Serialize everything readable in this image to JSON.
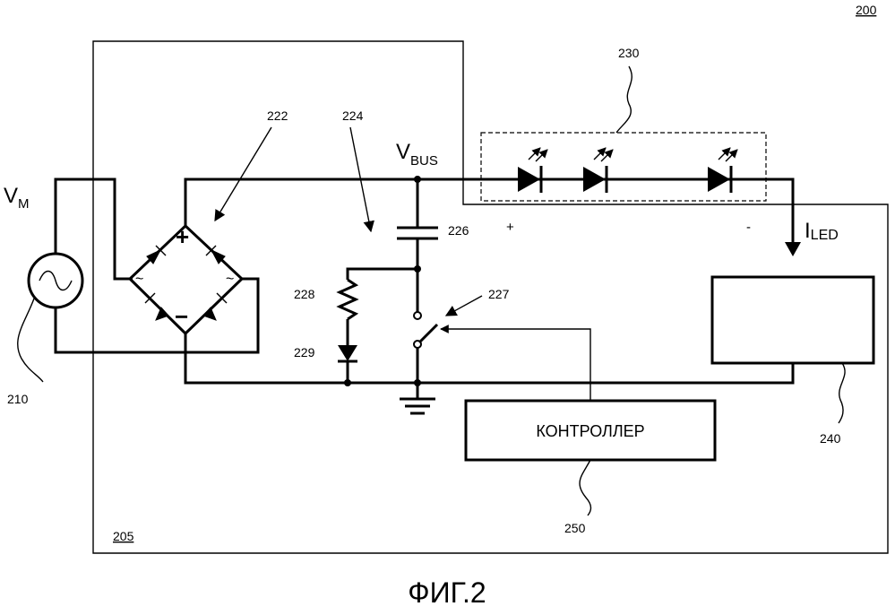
{
  "figure_ref": "200",
  "board_ref": "205",
  "source_ref": "210",
  "source_label": {
    "main": "V",
    "sub": "M"
  },
  "bridge_ref": "222",
  "bridge_plus": "+",
  "bridge_minus": "−",
  "bridge_ac_symbol": "~",
  "circuit_ref": "224",
  "capacitor_ref": "226",
  "switch_ref": "227",
  "resistor_ref": "228",
  "diode_ref": "229",
  "led_string_ref": "230",
  "led_plus": "+",
  "led_minus": "-",
  "bus_label": {
    "main": "V",
    "sub": "BUS"
  },
  "current_label": {
    "main": "I",
    "sub": "LED"
  },
  "load_ref": "240",
  "controller_label": "КОНТРОЛЛЕР",
  "controller_ref": "250",
  "caption": "ФИГ.2"
}
